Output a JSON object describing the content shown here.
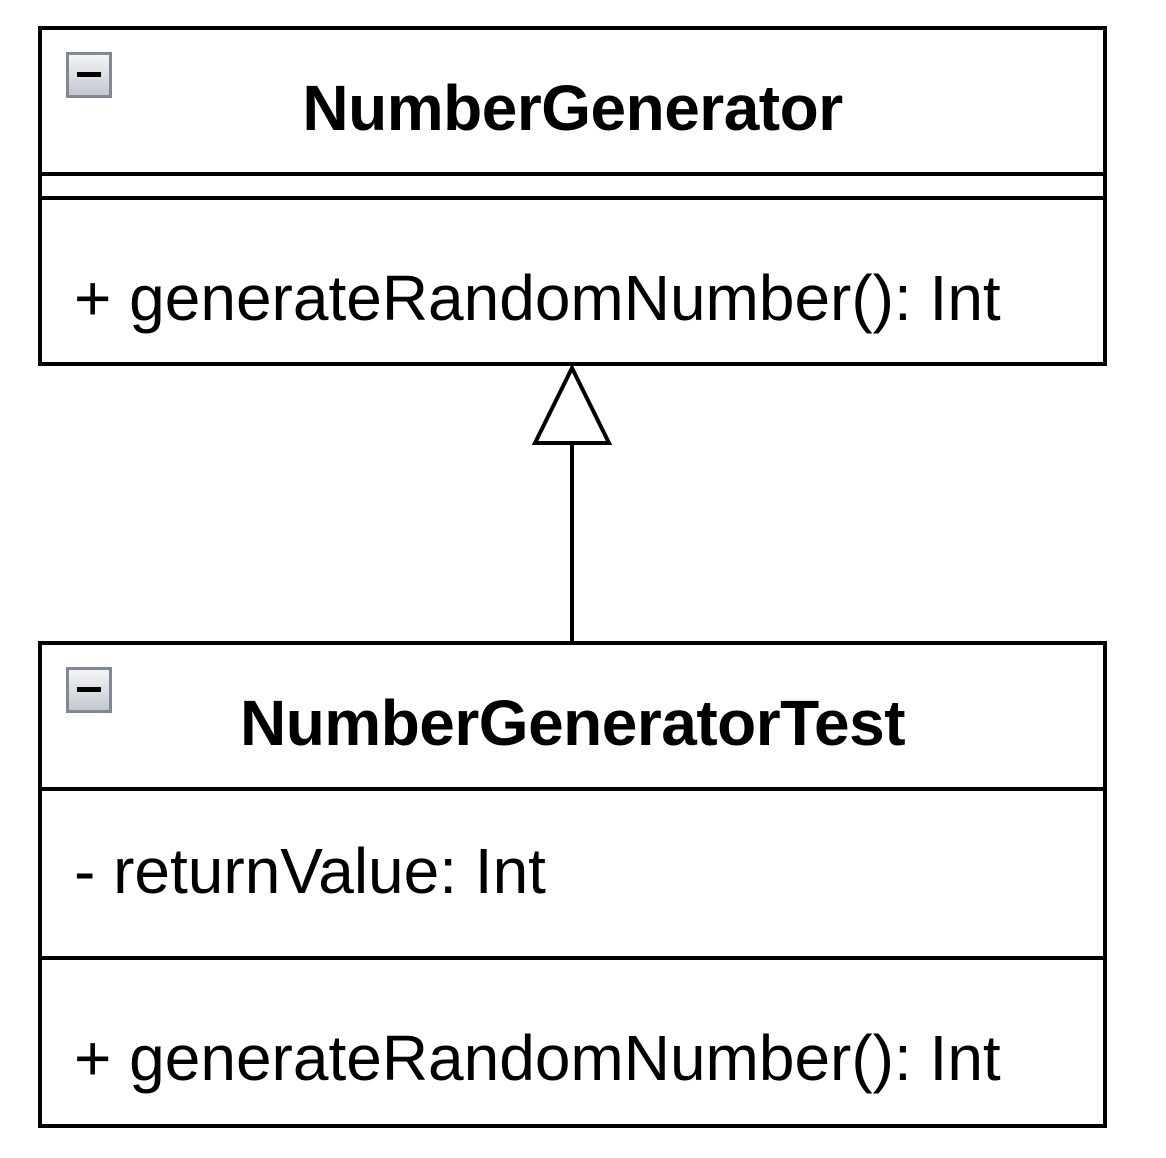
{
  "classes": {
    "parent": {
      "name": "NumberGenerator",
      "attributes": [],
      "operations": [
        "+ generateRandomNumber(): Int"
      ]
    },
    "child": {
      "name": "NumberGeneratorTest",
      "attributes": [
        "- returnValue: Int"
      ],
      "operations": [
        "+ generateRandomNumber(): Int"
      ]
    }
  },
  "relationship": {
    "type": "generalization",
    "from": "NumberGeneratorTest",
    "to": "NumberGenerator"
  },
  "icons": {
    "collapse": "collapse-minus-icon"
  },
  "colors": {
    "line": "#000000",
    "background": "#ffffff",
    "button_border": "#7f8894"
  }
}
